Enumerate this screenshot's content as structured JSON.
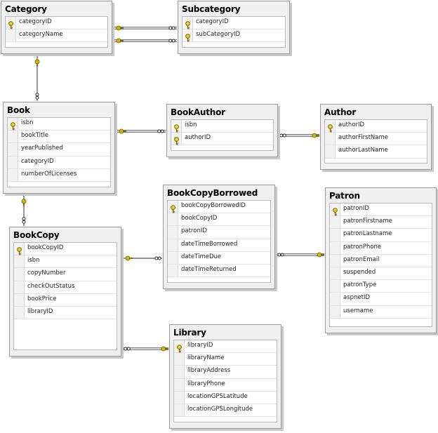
{
  "tables": [
    {
      "name": "Category",
      "columns": [
        {
          "name": "categoryID",
          "pk": true
        },
        {
          "name": "categoryName",
          "pk": false
        }
      ]
    },
    {
      "name": "Subcategory",
      "columns": [
        {
          "name": "categoryID",
          "pk": true
        },
        {
          "name": "subCategoryID",
          "pk": true
        }
      ]
    },
    {
      "name": "Book",
      "columns": [
        {
          "name": "isbn",
          "pk": true
        },
        {
          "name": "bookTitle",
          "pk": false
        },
        {
          "name": "yearPublished",
          "pk": false
        },
        {
          "name": "categoryID",
          "pk": false
        },
        {
          "name": "numberOfLicenses",
          "pk": false
        }
      ]
    },
    {
      "name": "BookAuthor",
      "columns": [
        {
          "name": "isbn",
          "pk": true
        },
        {
          "name": "authorID",
          "pk": true
        }
      ]
    },
    {
      "name": "Author",
      "columns": [
        {
          "name": "authorID",
          "pk": true
        },
        {
          "name": "authorFirstName",
          "pk": false
        },
        {
          "name": "authorLastName",
          "pk": false
        }
      ]
    },
    {
      "name": "BookCopyBorrowed",
      "columns": [
        {
          "name": "bookCopyBorrowedID",
          "pk": true
        },
        {
          "name": "bookCopyID",
          "pk": false
        },
        {
          "name": "patronID",
          "pk": false
        },
        {
          "name": "dateTimeBorrowed",
          "pk": false
        },
        {
          "name": "dateTimeDue",
          "pk": false
        },
        {
          "name": "dateTimeReturned",
          "pk": false
        }
      ]
    },
    {
      "name": "Patron",
      "columns": [
        {
          "name": "patronID",
          "pk": true
        },
        {
          "name": "patronFirstname",
          "pk": false
        },
        {
          "name": "patronLastname",
          "pk": false
        },
        {
          "name": "patronPhone",
          "pk": false
        },
        {
          "name": "patronEmail",
          "pk": false
        },
        {
          "name": "suspended",
          "pk": false
        },
        {
          "name": "patronType",
          "pk": false
        },
        {
          "name": "aspnetID",
          "pk": false
        },
        {
          "name": "username",
          "pk": false
        }
      ]
    },
    {
      "name": "BookCopy",
      "columns": [
        {
          "name": "bookCopyID",
          "pk": true
        },
        {
          "name": "isbn",
          "pk": false
        },
        {
          "name": "copyNumber",
          "pk": false
        },
        {
          "name": "checkOutStatus",
          "pk": false
        },
        {
          "name": "bookPrice",
          "pk": false
        },
        {
          "name": "libraryID",
          "pk": false
        }
      ]
    },
    {
      "name": "Library",
      "columns": [
        {
          "name": "libraryID",
          "pk": true
        },
        {
          "name": "libraryName",
          "pk": false
        },
        {
          "name": "libraryAddress",
          "pk": false
        },
        {
          "name": "libraryPhone",
          "pk": false
        },
        {
          "name": "locationGPSLatitude",
          "pk": false
        },
        {
          "name": "locationGPSLongitude",
          "pk": false
        }
      ]
    }
  ],
  "relationships": [
    {
      "one": "Category",
      "many": "Subcategory"
    },
    {
      "one": "Category",
      "many": "Subcategory"
    },
    {
      "one": "Category",
      "many": "Book"
    },
    {
      "one": "Book",
      "many": "BookAuthor"
    },
    {
      "one": "Author",
      "many": "BookAuthor"
    },
    {
      "one": "Book",
      "many": "BookCopy"
    },
    {
      "one": "BookCopy",
      "many": "BookCopyBorrowed"
    },
    {
      "one": "Patron",
      "many": "BookCopyBorrowed"
    },
    {
      "one": "Library",
      "many": "BookCopy"
    }
  ],
  "colors": {
    "key": "#d8b700",
    "line": "#555555"
  }
}
